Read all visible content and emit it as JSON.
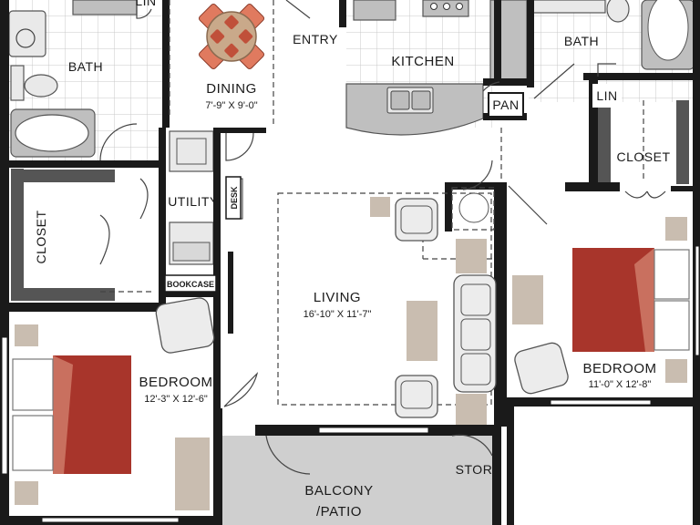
{
  "rooms": {
    "bath_left": "BATH",
    "dining": "DINING",
    "dining_dim": "7'-9\" X 9'-0\"",
    "entry": "ENTRY",
    "kitchen": "KITCHEN",
    "bath_right": "BATH",
    "lin_top": "LIN",
    "lin_right": "LIN",
    "pan": "PAN",
    "closet_left": "CLOSET",
    "closet_right": "CLOSET",
    "utility": "UTILITY",
    "desk": "DESK",
    "bookcase": "BOOKCASE",
    "living": "LIVING",
    "living_dim": "16'-10\" X 11'-7\"",
    "bedroom_left": "BEDROOM",
    "bedroom_left_dim": "12'-3\" X 12'-6\"",
    "bedroom_right": "BEDROOM",
    "bedroom_right_dim": "11'-0\" X 12'-8\"",
    "balcony_1": "BALCONY",
    "balcony_2": "/PATIO",
    "stor": "STOR"
  },
  "colors": {
    "wall": "#1a1a1a",
    "bed": "#a8352b",
    "bed_fold": "#c9705f",
    "furniture": "#c9bdb0",
    "fixture": "#bfbfbf",
    "dining_chair": "#e07a5f",
    "dining_table": "#c9a98a"
  }
}
